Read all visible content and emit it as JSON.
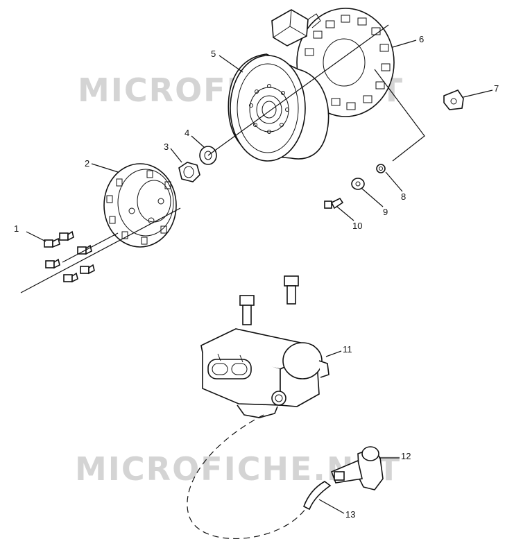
{
  "watermark": {
    "text": "MICROFICHE.NET"
  },
  "callouts": [
    {
      "id": "1",
      "label": "1"
    },
    {
      "id": "2",
      "label": "2"
    },
    {
      "id": "3",
      "label": "3"
    },
    {
      "id": "4",
      "label": "4"
    },
    {
      "id": "5",
      "label": "5"
    },
    {
      "id": "6",
      "label": "6"
    },
    {
      "id": "7",
      "label": "7"
    },
    {
      "id": "8",
      "label": "8"
    },
    {
      "id": "9",
      "label": "9"
    },
    {
      "id": "10",
      "label": "10"
    },
    {
      "id": "11",
      "label": "11"
    },
    {
      "id": "12",
      "label": "12"
    },
    {
      "id": "13",
      "label": "13"
    }
  ]
}
